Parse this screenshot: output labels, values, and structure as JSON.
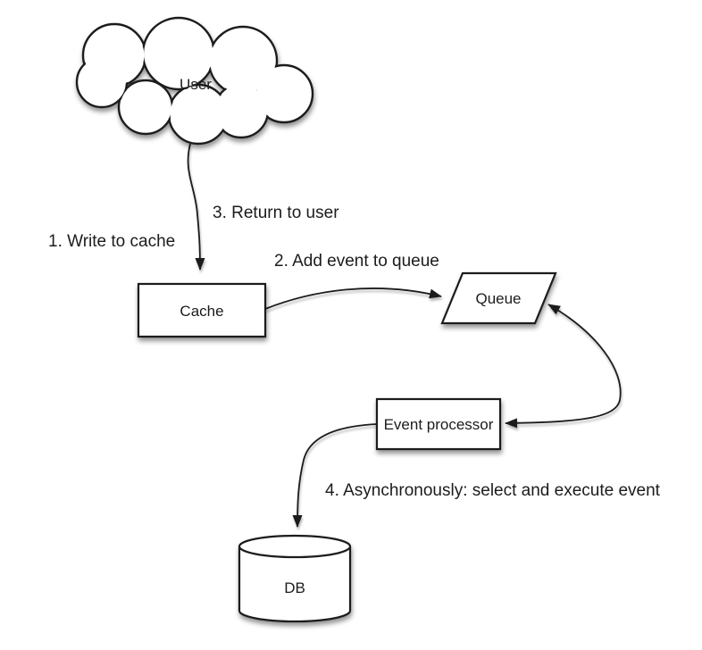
{
  "diagram": {
    "type": "flowchart",
    "colors": {
      "background": "#ffffff",
      "shape_fill": "#ffffff",
      "line": "#1c1c1c",
      "text": "#1c1c1c",
      "shadow": "#9a9a9a"
    },
    "nodes": {
      "user": {
        "label": "User",
        "shape": "cloud"
      },
      "cache": {
        "label": "Cache",
        "shape": "rectangle"
      },
      "queue": {
        "label": "Queue",
        "shape": "parallelogram"
      },
      "event_processor": {
        "label": "Event processor",
        "shape": "rectangle"
      },
      "db": {
        "label": "DB",
        "shape": "cylinder"
      }
    },
    "flow_labels": {
      "step1": "1. Write to cache",
      "step2": "2. Add event to queue",
      "step3": "3. Return to user",
      "step4": "4. Asynchronously: select and execute event"
    },
    "edges": [
      {
        "from": "user",
        "to": "cache",
        "style": "wavy",
        "arrowheads": "end",
        "label_refs": [
          "step1",
          "step3"
        ]
      },
      {
        "from": "cache",
        "to": "queue",
        "style": "curved",
        "arrowheads": "end",
        "label_refs": [
          "step2"
        ]
      },
      {
        "from": "queue",
        "to": "event_processor",
        "style": "curved",
        "arrowheads": "both",
        "label_refs": []
      },
      {
        "from": "event_processor",
        "to": "db",
        "style": "curved",
        "arrowheads": "end",
        "label_refs": [
          "step4"
        ]
      }
    ]
  }
}
